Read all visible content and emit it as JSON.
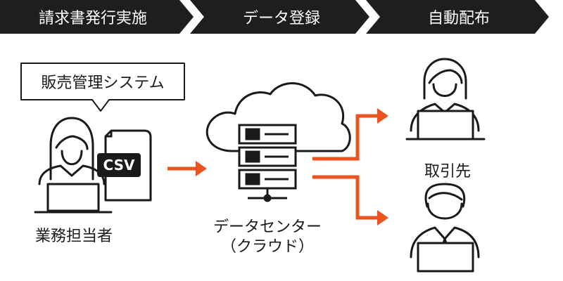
{
  "steps": [
    {
      "label": "請求書発行実施"
    },
    {
      "label": "データ登録"
    },
    {
      "label": "自動配布"
    }
  ],
  "system_bubble": "販売管理システム",
  "file_badge": "CSV",
  "sender_label": "業務担当者",
  "datacenter_label_1": "データセンター",
  "datacenter_label_2": "（クラウド）",
  "recipient_label": "取引先",
  "colors": {
    "chevron": "#1e1e1e",
    "arrow": "#e8531f",
    "line": "#1a1a1a"
  },
  "icons": [
    "person-laptop-icon",
    "csv-file-icon",
    "cloud-icon",
    "server-rack-icon",
    "customer-icon",
    "orange-arrow-icon"
  ]
}
